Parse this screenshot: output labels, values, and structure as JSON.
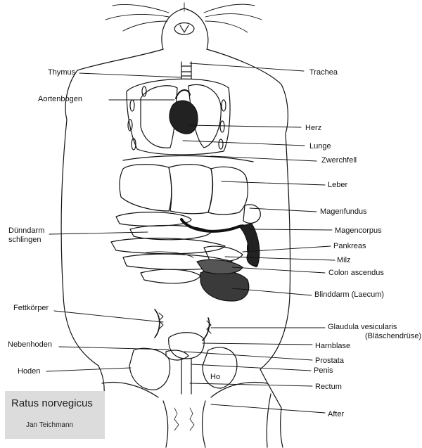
{
  "colors": {
    "ink": "#111111",
    "paper": "#ffffff",
    "caption_bg": "#dcdcdc",
    "organ_dark": "#222222"
  },
  "labels_left": {
    "thymus": "Thymus",
    "aortenbogen": "Aortenbogen",
    "duenndarm_line1": "Dünndarm",
    "duenndarm_line2": "schlingen",
    "fettkoerper": "Fettkörper",
    "nebenhoden": "Nebenhoden",
    "hoden": "Hoden"
  },
  "labels_right": {
    "trachea": "Trachea",
    "herz": "Herz",
    "lunge": "Lunge",
    "zwerchfell": "Zwerchfell",
    "leber": "Leber",
    "magenfundus": "Magenfundus",
    "magencorpus": "Magencorpus",
    "pankreas": "Pankreas",
    "milz": "Milz",
    "colon": "Colon ascendus",
    "blinddarm": "Blinddarm (Laecum)",
    "glaudula_line1": "Glaudula vesicularis",
    "glaudula_line2": "(Bläschendrüse)",
    "harnblase": "Harnblase",
    "prostata": "Prostata",
    "penis": "Penis",
    "rectum": "Rectum",
    "after": "After"
  },
  "inline_labels": {
    "ho": "Ho"
  },
  "caption": {
    "title": "Ratus norvegicus",
    "author": "Jan Teichmann"
  }
}
